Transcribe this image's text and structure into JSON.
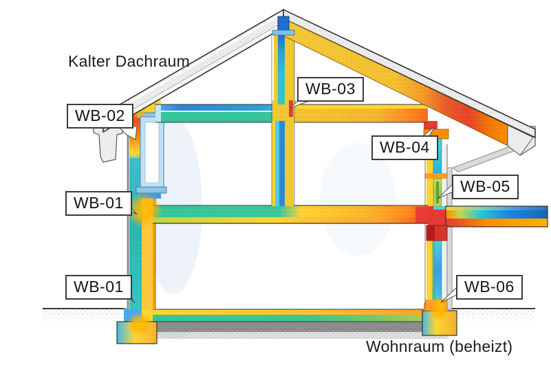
{
  "diagram": {
    "titles": {
      "cold_attic": "Kalter Dachraum",
      "heated_room": "Wohnraum (beheizt)"
    },
    "callouts": {
      "wb02": "WB-02",
      "wb03": "WB-03",
      "wb04": "WB-04",
      "wb05": "WB-05",
      "wb06": "WB-06",
      "wb01_upper": "WB-01",
      "wb01_lower": "WB-01"
    },
    "thermal_palette": {
      "coldest": "#1d6fd0",
      "cold": "#2f86d6",
      "cool": "#29b6d8",
      "mild": "#35c79b",
      "warm": "#ffd435",
      "hot": "#fb8c00",
      "hottest": "#e53935"
    }
  }
}
